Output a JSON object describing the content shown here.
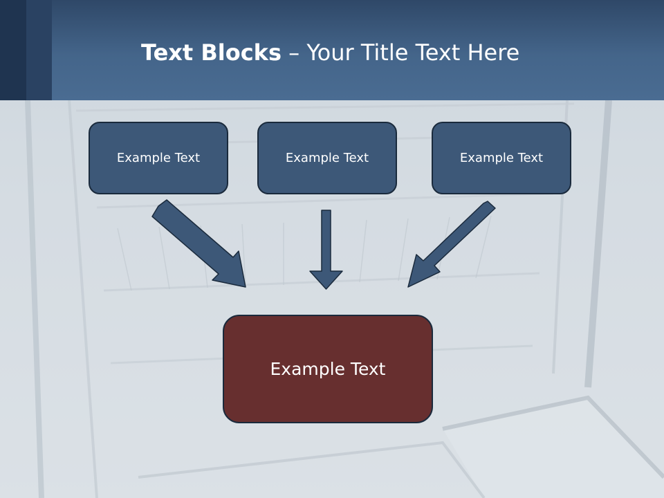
{
  "title": {
    "bold": "Text Blocks",
    "rest": " – Your Title Text Here"
  },
  "blocks": {
    "top": [
      "Example Text",
      "Example Text",
      "Example Text"
    ],
    "bottom": "Example Text"
  },
  "colors": {
    "header": "#44658a",
    "block_blue": "#3d5878",
    "block_red": "#672f2f",
    "arrow": "#3d5878",
    "outline": "#1a2a3c"
  },
  "background_image": "oven-interior-photo"
}
